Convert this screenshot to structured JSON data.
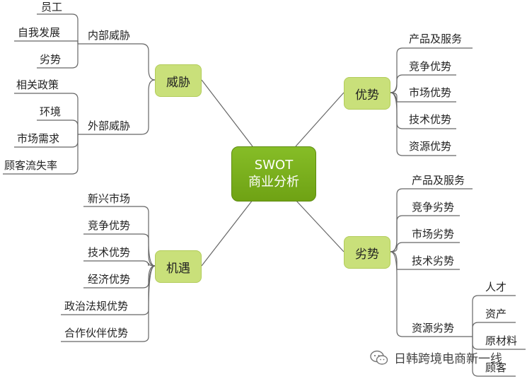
{
  "center": {
    "line1": "SWOT",
    "line2": "商业分析"
  },
  "threat": {
    "label": "威胁",
    "internal": {
      "label": "内部威胁",
      "items": [
        "员工",
        "自我发展",
        "劣势"
      ]
    },
    "external": {
      "label": "外部威胁",
      "items": [
        "相关政策",
        "环境",
        "市场需求",
        "顾客流失率"
      ]
    }
  },
  "opportunity": {
    "label": "机遇",
    "items": [
      "新兴市场",
      "竞争优势",
      "技术优势",
      "经济优势",
      "政治法规优势",
      "合作伙伴优势"
    ]
  },
  "strength": {
    "label": "优势",
    "items": [
      "产品及服务",
      "竞争优势",
      "市场优势",
      "技术优势",
      "资源优势"
    ]
  },
  "weakness": {
    "label": "劣势",
    "items": [
      "产品及服务",
      "竞争劣势",
      "市场劣势",
      "技术劣势"
    ],
    "resources": {
      "label": "资源劣势",
      "items": [
        "人才",
        "资产",
        "原材料",
        "顾客"
      ]
    }
  },
  "watermark": {
    "text": "日韩跨境电商新一线",
    "icon": "wechat-icon"
  },
  "colors": {
    "line": "#666666",
    "node": "#c9e07a",
    "center": "#76ac1c"
  }
}
